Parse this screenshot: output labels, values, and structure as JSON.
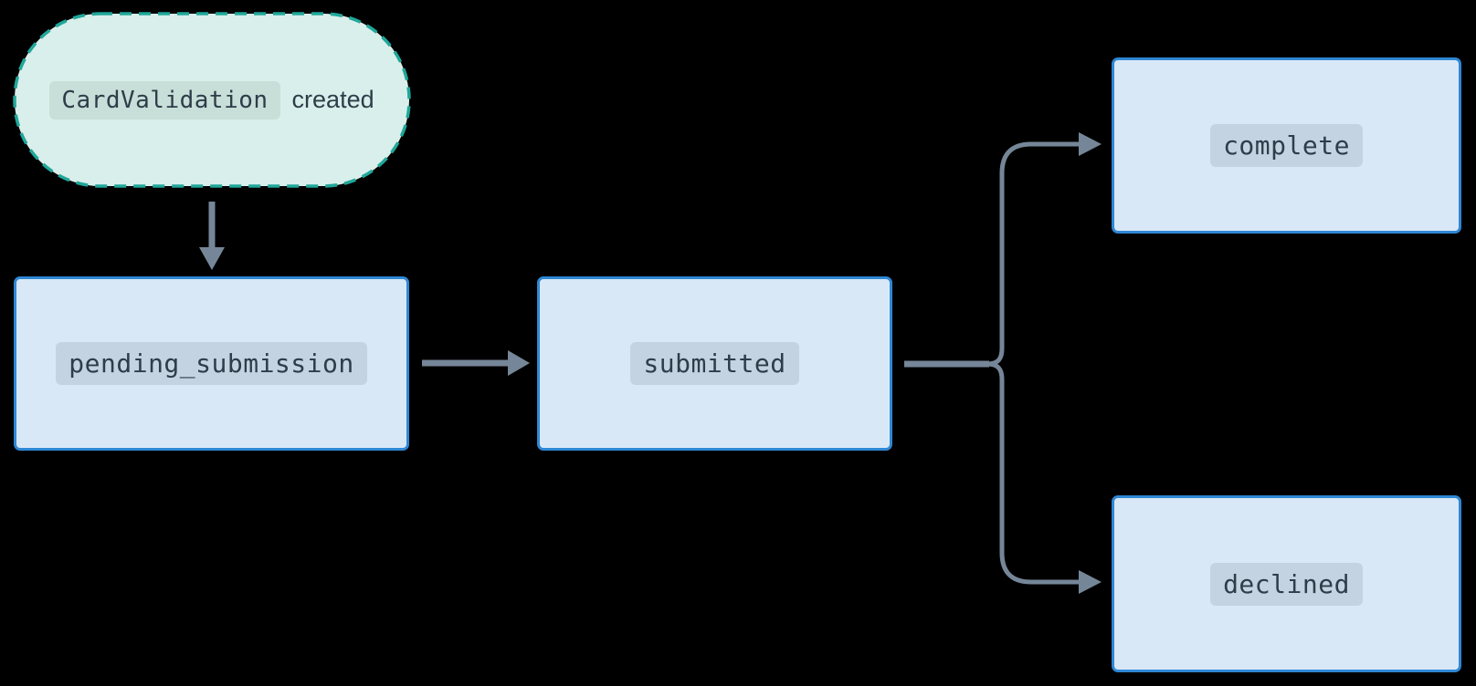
{
  "diagram": {
    "event_node": {
      "code": "CardValidation",
      "label": "created"
    },
    "states": {
      "pending_submission": "pending_submission",
      "submitted": "submitted",
      "complete": "complete",
      "declined": "declined"
    },
    "edges": [
      {
        "from": "created",
        "to": "pending_submission"
      },
      {
        "from": "pending_submission",
        "to": "submitted"
      },
      {
        "from": "submitted",
        "to": "complete"
      },
      {
        "from": "submitted",
        "to": "declined"
      }
    ],
    "colors": {
      "background": "#000000",
      "event_fill": "#d9efeb",
      "event_border": "#20a79a",
      "event_chip_bg": "#c8ded8",
      "state_fill": "#d9e8f7",
      "state_border": "#2f87d4",
      "state_chip_bg": "#c4d3e2",
      "text": "#2e3d49",
      "arrow": "#758698"
    }
  }
}
